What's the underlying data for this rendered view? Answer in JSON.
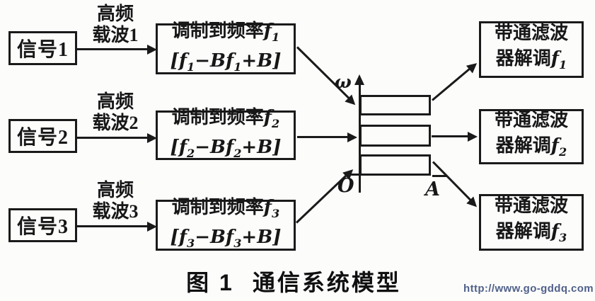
{
  "figure": {
    "caption_label": "图 1",
    "caption_title": "通信系统模型",
    "watermark_url": "http://www.go-gddq.com"
  },
  "rows": [
    {
      "signal": "信号1",
      "carrier_line1": "高频",
      "carrier_line2": "载波1",
      "mod_prefix": "调制到频率",
      "mod_var": "f",
      "mod_sub": "1",
      "range_open": "[f",
      "range_sub1": "1",
      "range_mid": "−Bf",
      "range_sub2": "1",
      "range_close": "+B]",
      "filter_line1": "带通滤波",
      "filter_prefix": "器解调",
      "filter_var": "f",
      "filter_sub": "1"
    },
    {
      "signal": "信号2",
      "carrier_line1": "高频",
      "carrier_line2": "载波2",
      "mod_prefix": "调制到频率",
      "mod_var": "f",
      "mod_sub": "2",
      "range_open": "[f",
      "range_sub1": "2",
      "range_mid": "−Bf",
      "range_sub2": "2",
      "range_close": "+B]",
      "filter_line1": "带通滤波",
      "filter_prefix": "器解调",
      "filter_var": "f",
      "filter_sub": "2"
    },
    {
      "signal": "信号3",
      "carrier_line1": "高频",
      "carrier_line2": "载波3",
      "mod_prefix": "调制到频率",
      "mod_var": "f",
      "mod_sub": "3",
      "range_open": "[f",
      "range_sub1": "3",
      "range_mid": "−Bf",
      "range_sub2": "3",
      "range_close": "+B]",
      "filter_line1": "带通滤波",
      "filter_prefix": "器解调",
      "filter_var": "f",
      "filter_sub": "3"
    }
  ],
  "spectrum": {
    "axis_label": "ω",
    "origin_label": "O",
    "band_label": "A"
  },
  "colors": {
    "ink": "#1a1a1a",
    "watermark": "#50618a"
  }
}
